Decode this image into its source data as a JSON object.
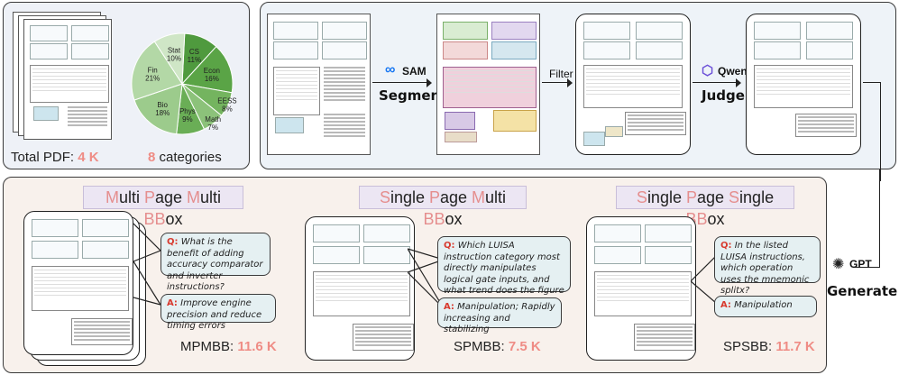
{
  "left_top": {
    "total_pdf_label": "Total PDF:",
    "total_pdf_value": "4 K",
    "categories_value": "8",
    "categories_label": "categories",
    "pie": [
      {
        "label": "CS",
        "pct": "11%",
        "color": "#4f9a3e"
      },
      {
        "label": "Econ",
        "pct": "16%",
        "color": "#5aa446"
      },
      {
        "label": "EESS",
        "pct": "8%",
        "color": "#74b45f"
      },
      {
        "label": "Math",
        "pct": "7%",
        "color": "#8cc27a"
      },
      {
        "label": "Phys",
        "pct": "9%",
        "color": "#6aae56"
      },
      {
        "label": "Bio",
        "pct": "18%",
        "color": "#9ccb8c"
      },
      {
        "label": "Fin",
        "pct": "21%",
        "color": "#b3d8a6"
      },
      {
        "label": "Stat",
        "pct": "10%",
        "color": "#cfe6c6"
      }
    ]
  },
  "pipeline": {
    "sam_label": "SAM",
    "segment_label": "Segment",
    "filter_label": "Filter",
    "qwen_label": "Qwen",
    "judge_label": "Judge",
    "gpt_label": "GPT",
    "generate_label": "Generate"
  },
  "bottom": {
    "mpmbb": {
      "title": [
        "M",
        "ulti ",
        "P",
        "age ",
        "M",
        "ulti ",
        "BB",
        "ox"
      ],
      "question": "What is the benefit of adding accuracy comparator and inverter instructions?",
      "answer": "Improve engine precision and reduce timing errors",
      "stat_label": "MPMBB:",
      "stat_value": "11.6 K"
    },
    "spmbb": {
      "title": [
        "S",
        "ingle ",
        "P",
        "age ",
        "M",
        "ulti ",
        "BB",
        "ox"
      ],
      "question": "Which LUISA instruction category most directly manipulates logical gate inputs, and what trend does the figure show about system efficiency?",
      "answer": "Manipulation; Rapidly increasing and stabilizing",
      "stat_label": "SPMBB:",
      "stat_value": "7.5 K"
    },
    "spsbb": {
      "title": [
        "S",
        "ingle ",
        "P",
        "age ",
        "S",
        "ingle ",
        "BB",
        "ox"
      ],
      "question": "In the listed LUISA instructions, which operation uses the mnemonic splitx?",
      "answer": "Manipulation",
      "stat_label": "SPSBB:",
      "stat_value": "11.7 K"
    },
    "q_letter": "Q:",
    "a_letter": "A:"
  },
  "colors": {
    "panel_left_top_bg": "#eef1f7",
    "panel_right_top_bg": "#eef3f8",
    "panel_bottom_bg": "#f8f1ec",
    "highlight": "#ef8c85",
    "qa_red": "#d83a2e",
    "bubble_bg": "#e5f0f2"
  }
}
